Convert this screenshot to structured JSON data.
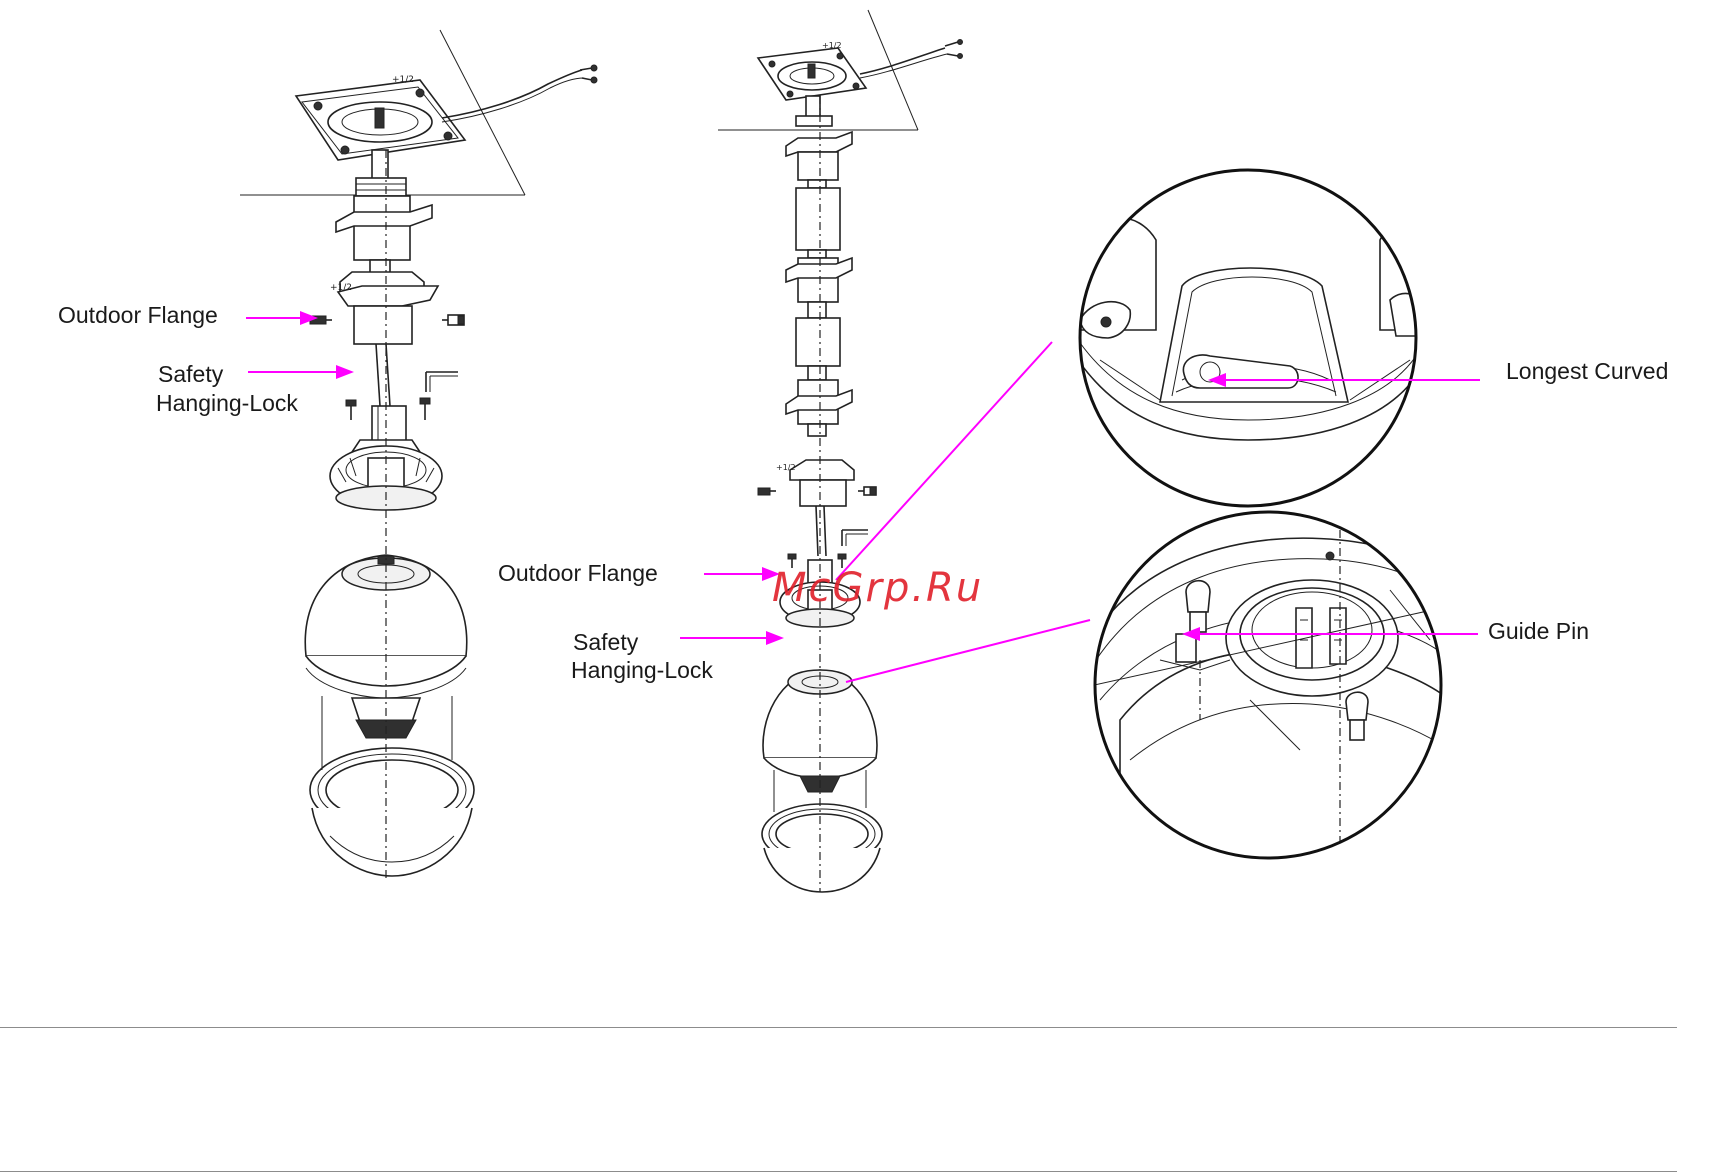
{
  "labels": {
    "outdoor_flange_left": "Outdoor Flange",
    "safety_lock_left_line1": "Safety",
    "safety_lock_left_line2": "Hanging-Lock",
    "outdoor_flange_middle": "Outdoor Flange",
    "safety_lock_middle_line1": "Safety",
    "safety_lock_middle_line2": "Hanging-Lock",
    "longest_curved": "Longest Curved",
    "guide_pin": "Guide Pin"
  },
  "watermark": "McGrp.Ru",
  "colors": {
    "callout": "#ff00ff",
    "linework": "#222222",
    "watermark": "#e0202a",
    "rule": "#8c8c8c"
  }
}
